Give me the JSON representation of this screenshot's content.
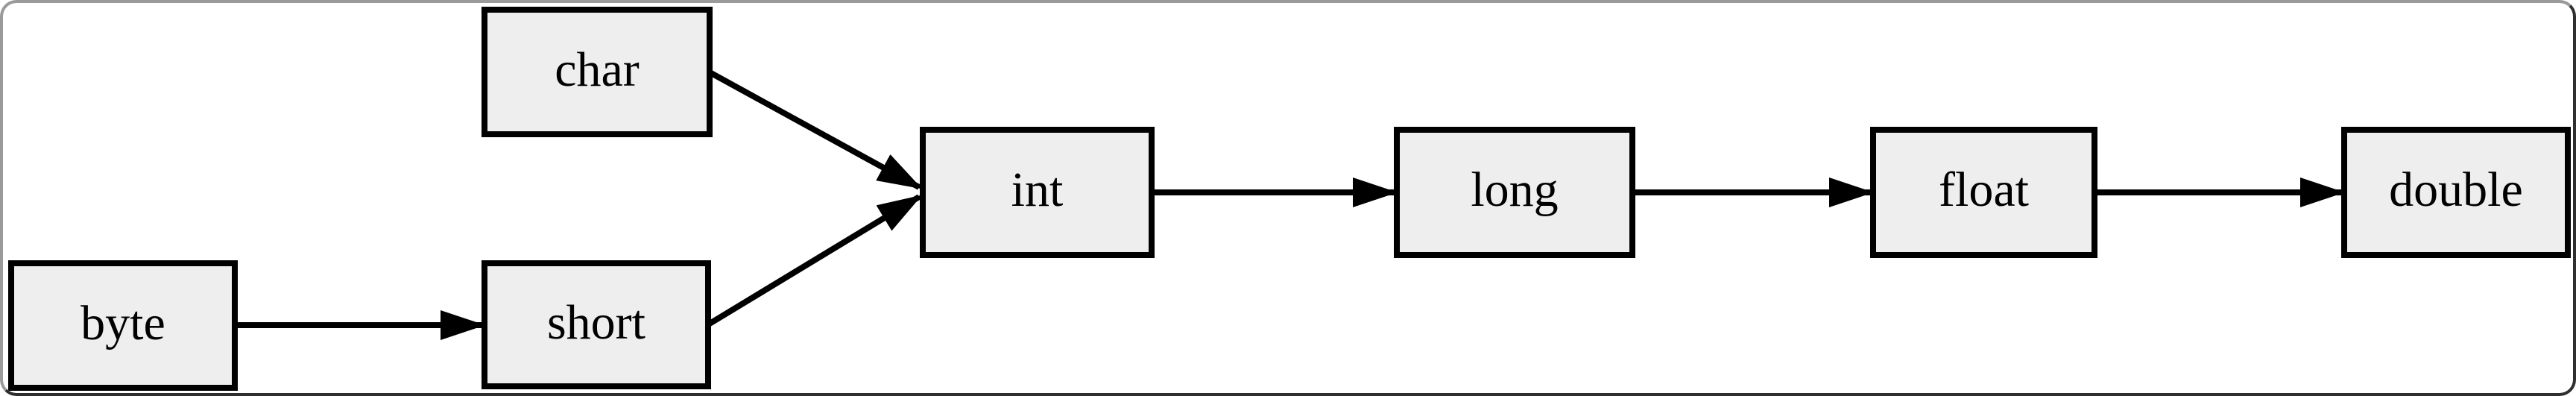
{
  "diagram": {
    "type": "directed-graph",
    "nodes": [
      {
        "id": "byte",
        "label": "byte"
      },
      {
        "id": "char",
        "label": "char"
      },
      {
        "id": "short",
        "label": "short"
      },
      {
        "id": "int",
        "label": "int"
      },
      {
        "id": "long",
        "label": "long"
      },
      {
        "id": "float",
        "label": "float"
      },
      {
        "id": "double",
        "label": "double"
      }
    ],
    "edges": [
      {
        "from": "byte",
        "to": "short"
      },
      {
        "from": "char",
        "to": "int"
      },
      {
        "from": "short",
        "to": "int"
      },
      {
        "from": "int",
        "to": "long"
      },
      {
        "from": "long",
        "to": "float"
      },
      {
        "from": "float",
        "to": "double"
      }
    ],
    "colors": {
      "background": "#ffffff",
      "node_fill": "#eeeeee",
      "node_border": "#000000",
      "arrow": "#000000",
      "frame": "#2f2f2f"
    }
  }
}
